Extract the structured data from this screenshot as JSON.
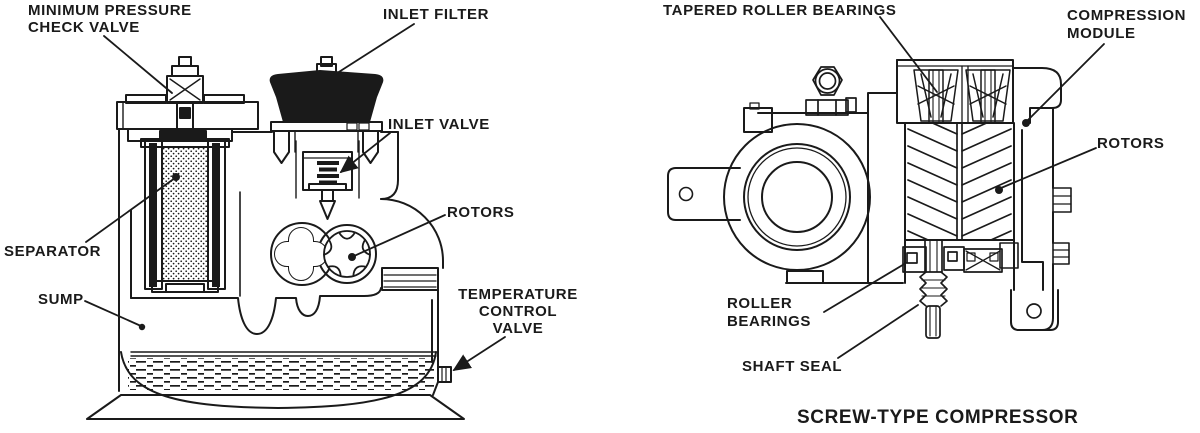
{
  "figure": {
    "caption": "SCREW-TYPE COMPRESSOR",
    "ink_color": "#1a1a1a",
    "background_color": "#ffffff"
  },
  "left_diagram": {
    "description": "cutaway side view of oil-flooded screw compressor package",
    "labels": {
      "min_pressure_check_valve": {
        "lines": [
          "MINIMUM PRESSURE",
          "CHECK VALVE"
        ]
      },
      "inlet_filter": {
        "lines": [
          "INLET FILTER"
        ]
      },
      "inlet_valve": {
        "lines": [
          "INLET VALVE"
        ]
      },
      "rotors": {
        "lines": [
          "ROTORS"
        ]
      },
      "separator": {
        "lines": [
          "SEPARATOR"
        ]
      },
      "sump": {
        "lines": [
          "SUMP"
        ]
      },
      "temperature_control_valve": {
        "lines": [
          "TEMPERATURE",
          "CONTROL",
          "VALVE"
        ]
      }
    }
  },
  "right_diagram": {
    "description": "cutaway end view of screw-type compressor",
    "labels": {
      "tapered_roller_bearings": {
        "lines": [
          "TAPERED ROLLER BEARINGS"
        ]
      },
      "compression_module": {
        "lines": [
          "COMPRESSION",
          "MODULE"
        ]
      },
      "rotors": {
        "lines": [
          "ROTORS"
        ]
      },
      "roller_bearings": {
        "lines": [
          "ROLLER",
          "BEARINGS"
        ]
      },
      "shaft_seal": {
        "lines": [
          "SHAFT SEAL"
        ]
      }
    }
  }
}
